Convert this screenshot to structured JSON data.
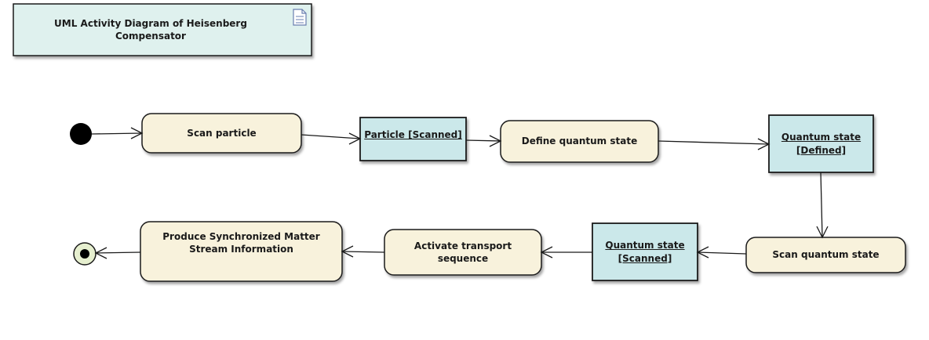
{
  "diagram": {
    "title": "UML Activity Diagram of Heisenberg\nCompensator",
    "note_icon": "note-document-icon",
    "colors": {
      "action_fill": "#f8f2dc",
      "object_fill": "#cbe8ea",
      "title_fill": "#dff1ee",
      "stroke": "#1a1a1a",
      "final_fill": "#e6efcf"
    },
    "actions": {
      "scan_particle": "Scan particle",
      "define_quantum_state": "Define quantum state",
      "scan_quantum_state": "Scan quantum state",
      "activate_transport": "Activate transport\nsequence",
      "produce_stream": "Produce Synchronized Matter\nStream Information"
    },
    "objects": {
      "particle_scanned": "Particle [Scanned]",
      "quantum_state_defined": "Quantum state\n[Defined]",
      "quantum_state_scanned": "Quantum state\n[Scanned]"
    }
  }
}
